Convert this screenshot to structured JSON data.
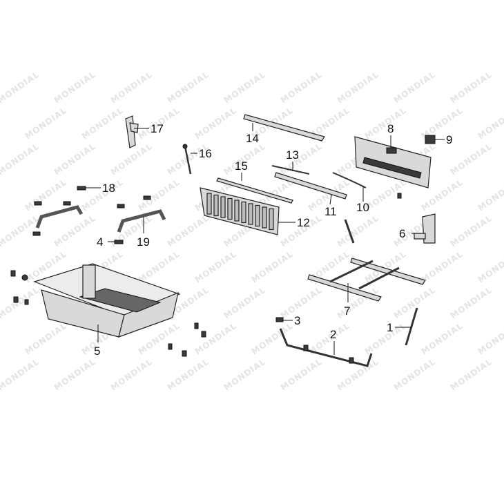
{
  "watermark": "MONDIAL",
  "callouts": {
    "c1": "1",
    "c2": "2",
    "c3": "3",
    "c4": "4",
    "c5": "5",
    "c6": "6",
    "c7": "7",
    "c8": "8",
    "c9": "9",
    "c10": "10",
    "c11": "11",
    "c12": "12",
    "c13": "13",
    "c14": "14",
    "c15": "15",
    "c16": "16",
    "c17": "17",
    "c18": "18",
    "c19": "19"
  }
}
